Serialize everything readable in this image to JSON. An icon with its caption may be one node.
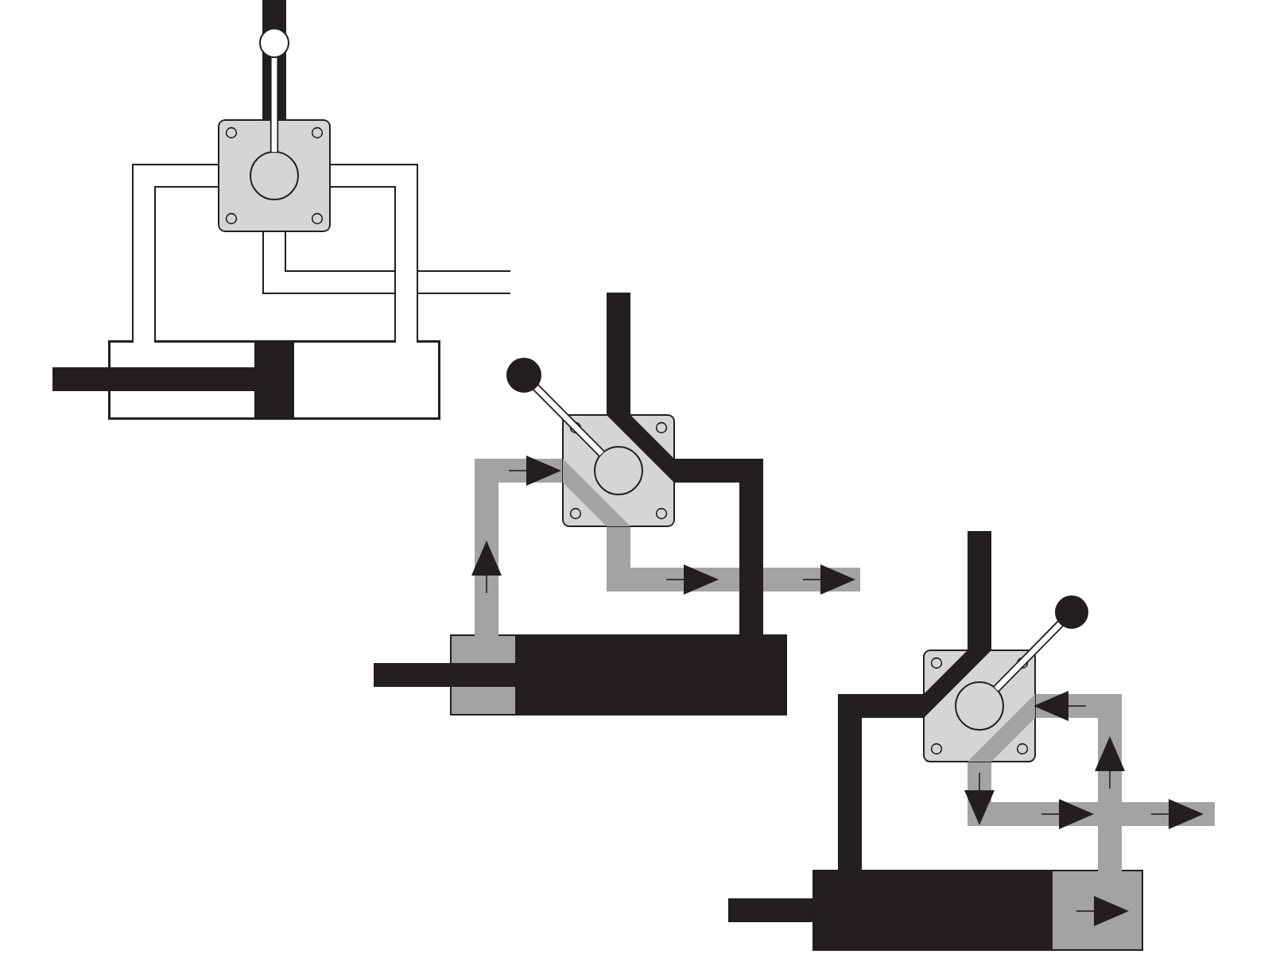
{
  "diagram": {
    "nodes": [
      {
        "text": [],
        "shape": "box"
      },
      {
        "text": [],
        "shape": "box"
      },
      {
        "text": [],
        "shape": "box"
      },
      {
        "text": [],
        "shape": "box"
      },
      {
        "text": [],
        "shape": "box"
      },
      {
        "text": [],
        "shape": "box"
      }
    ],
    "edges": [
      {
        "from": null,
        "to": 0,
        "arrow": "none"
      },
      {
        "from": 0,
        "to": 1,
        "arrow": "none"
      },
      {
        "from": 0,
        "to": null,
        "arrow": "none"
      },
      {
        "from": 0,
        "to": 1,
        "arrow": "none"
      },
      {
        "from": null,
        "to": 2,
        "arrow": "none"
      },
      {
        "from": 3,
        "to": 2,
        "arrow": "to",
        "color": "#a3a3a3"
      },
      {
        "from": 2,
        "to": null,
        "arrow": "to",
        "color": "#a3a3a3"
      },
      {
        "from": 2,
        "to": 3,
        "arrow": "none"
      },
      {
        "from": null,
        "to": 4,
        "arrow": "none"
      },
      {
        "from": 4,
        "to": 5,
        "arrow": "none"
      },
      {
        "from": 4,
        "to": null,
        "arrow": "to",
        "color": "#a3a3a3"
      },
      {
        "from": 5,
        "to": 4,
        "arrow": "to",
        "color": "#a3a3a3"
      }
    ]
  }
}
